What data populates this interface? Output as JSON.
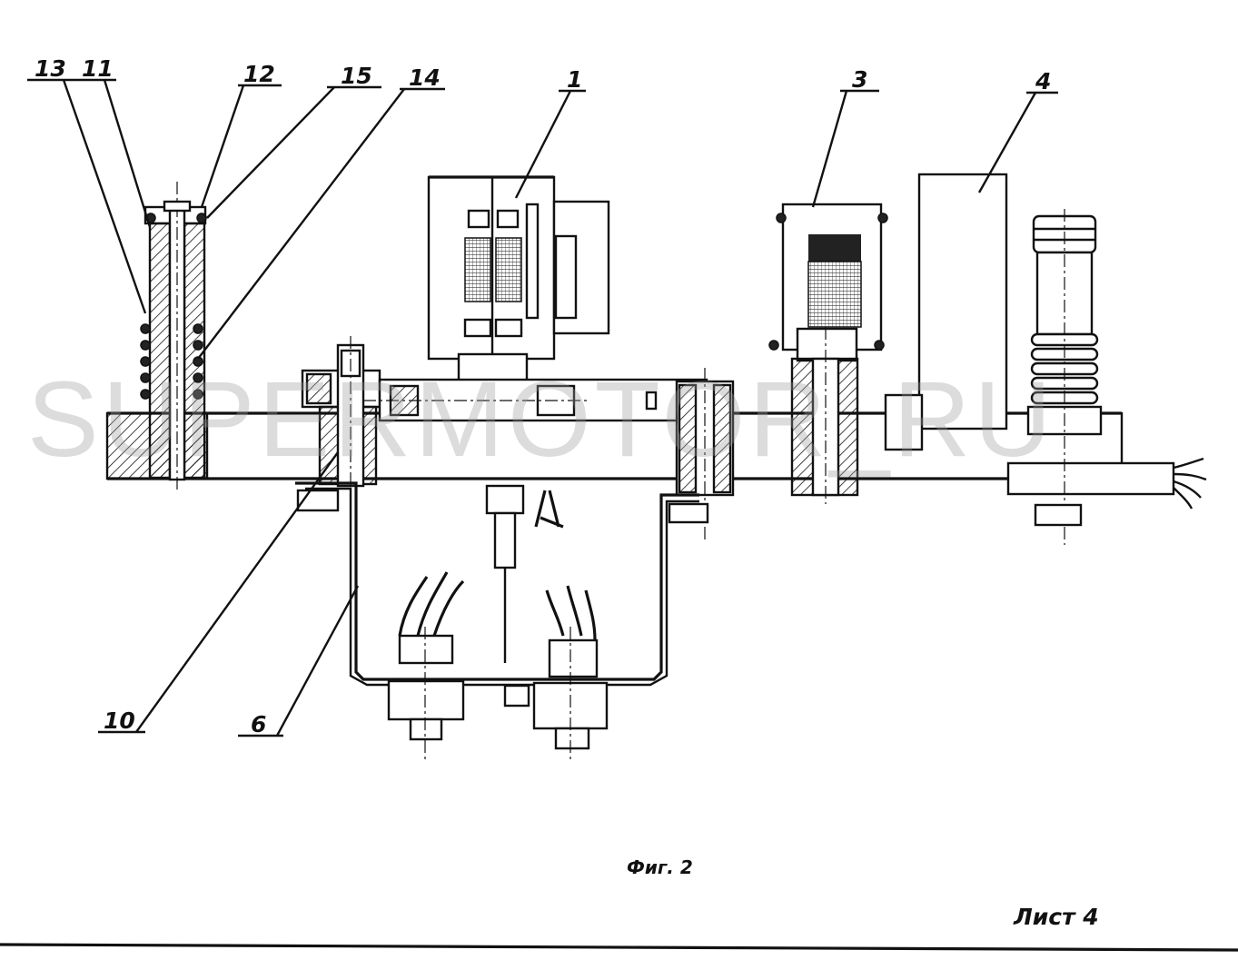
{
  "callouts": [
    {
      "id": "c13",
      "text": "13"
    },
    {
      "id": "c11",
      "text": "11"
    },
    {
      "id": "c12",
      "text": "12"
    },
    {
      "id": "c15",
      "text": "15"
    },
    {
      "id": "c14",
      "text": "14"
    },
    {
      "id": "c1",
      "text": "1"
    },
    {
      "id": "c3",
      "text": "3"
    },
    {
      "id": "c4",
      "text": "4"
    },
    {
      "id": "c10",
      "text": "10"
    },
    {
      "id": "c6",
      "text": "6"
    }
  ],
  "caption": "Фиг. 2",
  "sheet": "Лист 4",
  "watermark": "SUPERMOTOR_RU"
}
